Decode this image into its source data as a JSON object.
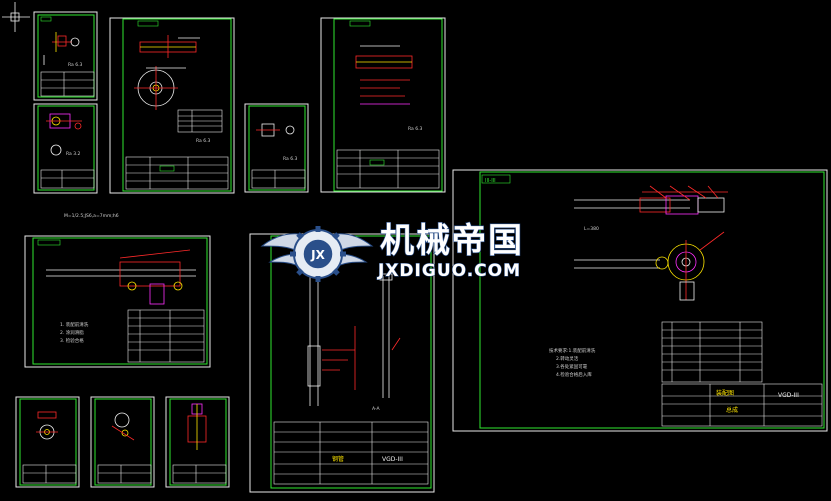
{
  "watermark": {
    "cn": "机械帝国",
    "en": "JXDIGUO.COM",
    "emblem": "gear-wings-emblem-icon",
    "emblem_letter": "JX"
  },
  "assembly": {
    "header": "III-III",
    "code": "VGD-III",
    "title_cn": "总成",
    "stamp_cn": "装配图"
  },
  "pipe_sheet": {
    "code": "VGD-III",
    "title_cn": "钢管"
  },
  "loose_note": "M=1/2.5;JS6,a=7mm;h6",
  "colors": {
    "background": "#000000",
    "frame": "#2fe82f",
    "sheet": "#e8e8e8",
    "red": "#ff2a2a",
    "magenta": "#ff30ff",
    "yellow": "#ffe600",
    "cyan": "#30e0ff"
  }
}
